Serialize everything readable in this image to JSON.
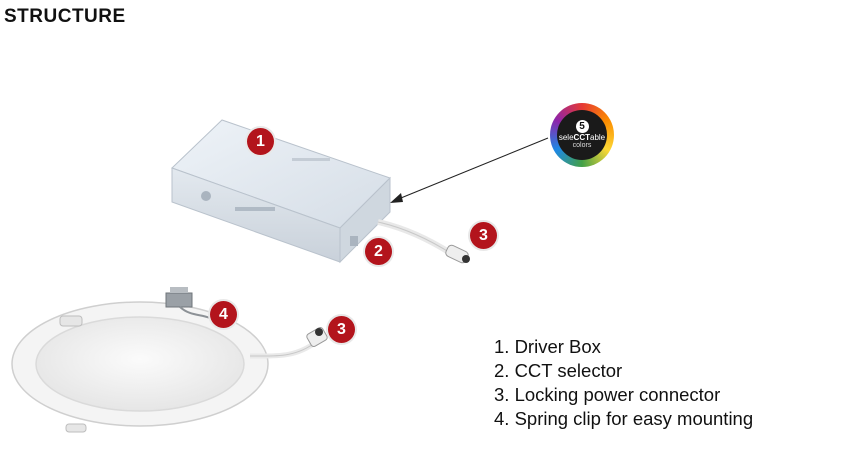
{
  "header": {
    "title": "STRUCTURE"
  },
  "badges": {
    "driver_box": "1",
    "cct_selector": "2",
    "connector_top": "3",
    "connector_bottom": "3",
    "spring_clip": "4"
  },
  "cct_logo": {
    "number": "5",
    "text_left": "sele",
    "text_mid": "CCT",
    "text_right": "able",
    "colors": "colors"
  },
  "legend": [
    "1. Driver Box",
    "2. CCT selector",
    "3. Locking power connector",
    "4. Spring clip for easy mounting"
  ],
  "colors": {
    "badge": "#b3141c",
    "text": "#111111"
  }
}
